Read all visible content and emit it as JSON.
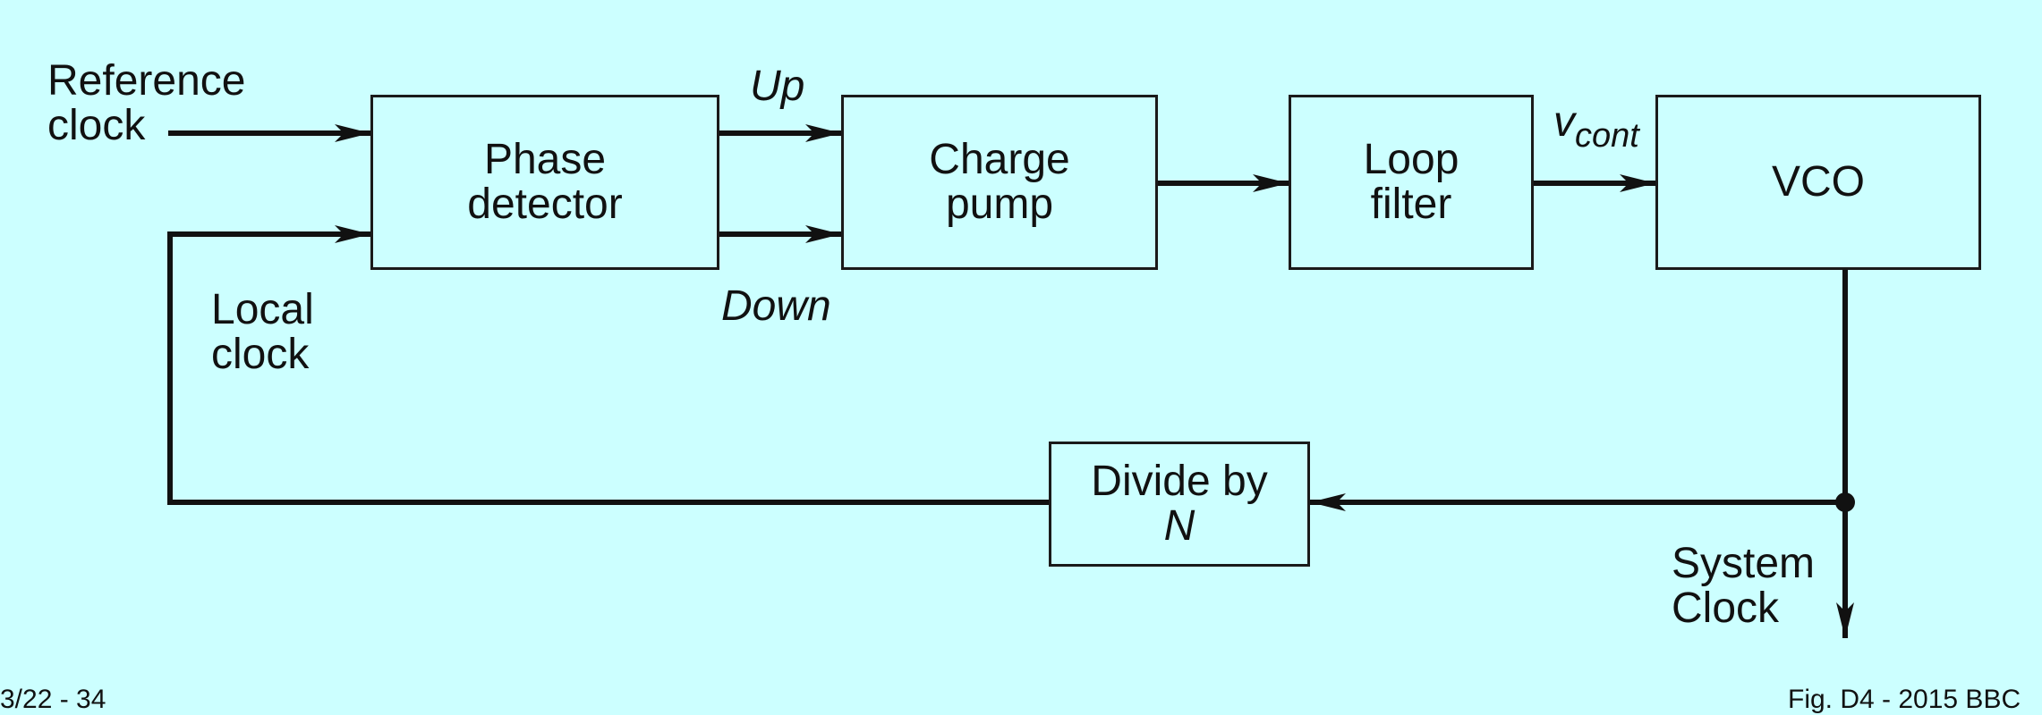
{
  "blocks": {
    "phase_detector": {
      "line1": "Phase",
      "line2": "detector"
    },
    "charge_pump": {
      "line1": "Charge",
      "line2": "pump"
    },
    "loop_filter": {
      "line1": "Loop",
      "line2": "filter"
    },
    "vco": {
      "line1": "VCO"
    },
    "divider": {
      "line1": "Divide by",
      "line2": "N"
    }
  },
  "labels": {
    "reference_clock": {
      "line1": "Reference",
      "line2": "clock"
    },
    "local_clock": {
      "line1": "Local",
      "line2": "clock"
    },
    "up": "Up",
    "down": "Down",
    "vcont": {
      "base": "v",
      "subscript": "cont"
    },
    "system_clock": {
      "line1": "System",
      "line2": "Clock"
    }
  },
  "footer": {
    "left": "3/22 - 34",
    "right": "Fig. D4 - 2015 BBC"
  },
  "colors": {
    "background": "#ccffff",
    "line": "#111111"
  }
}
